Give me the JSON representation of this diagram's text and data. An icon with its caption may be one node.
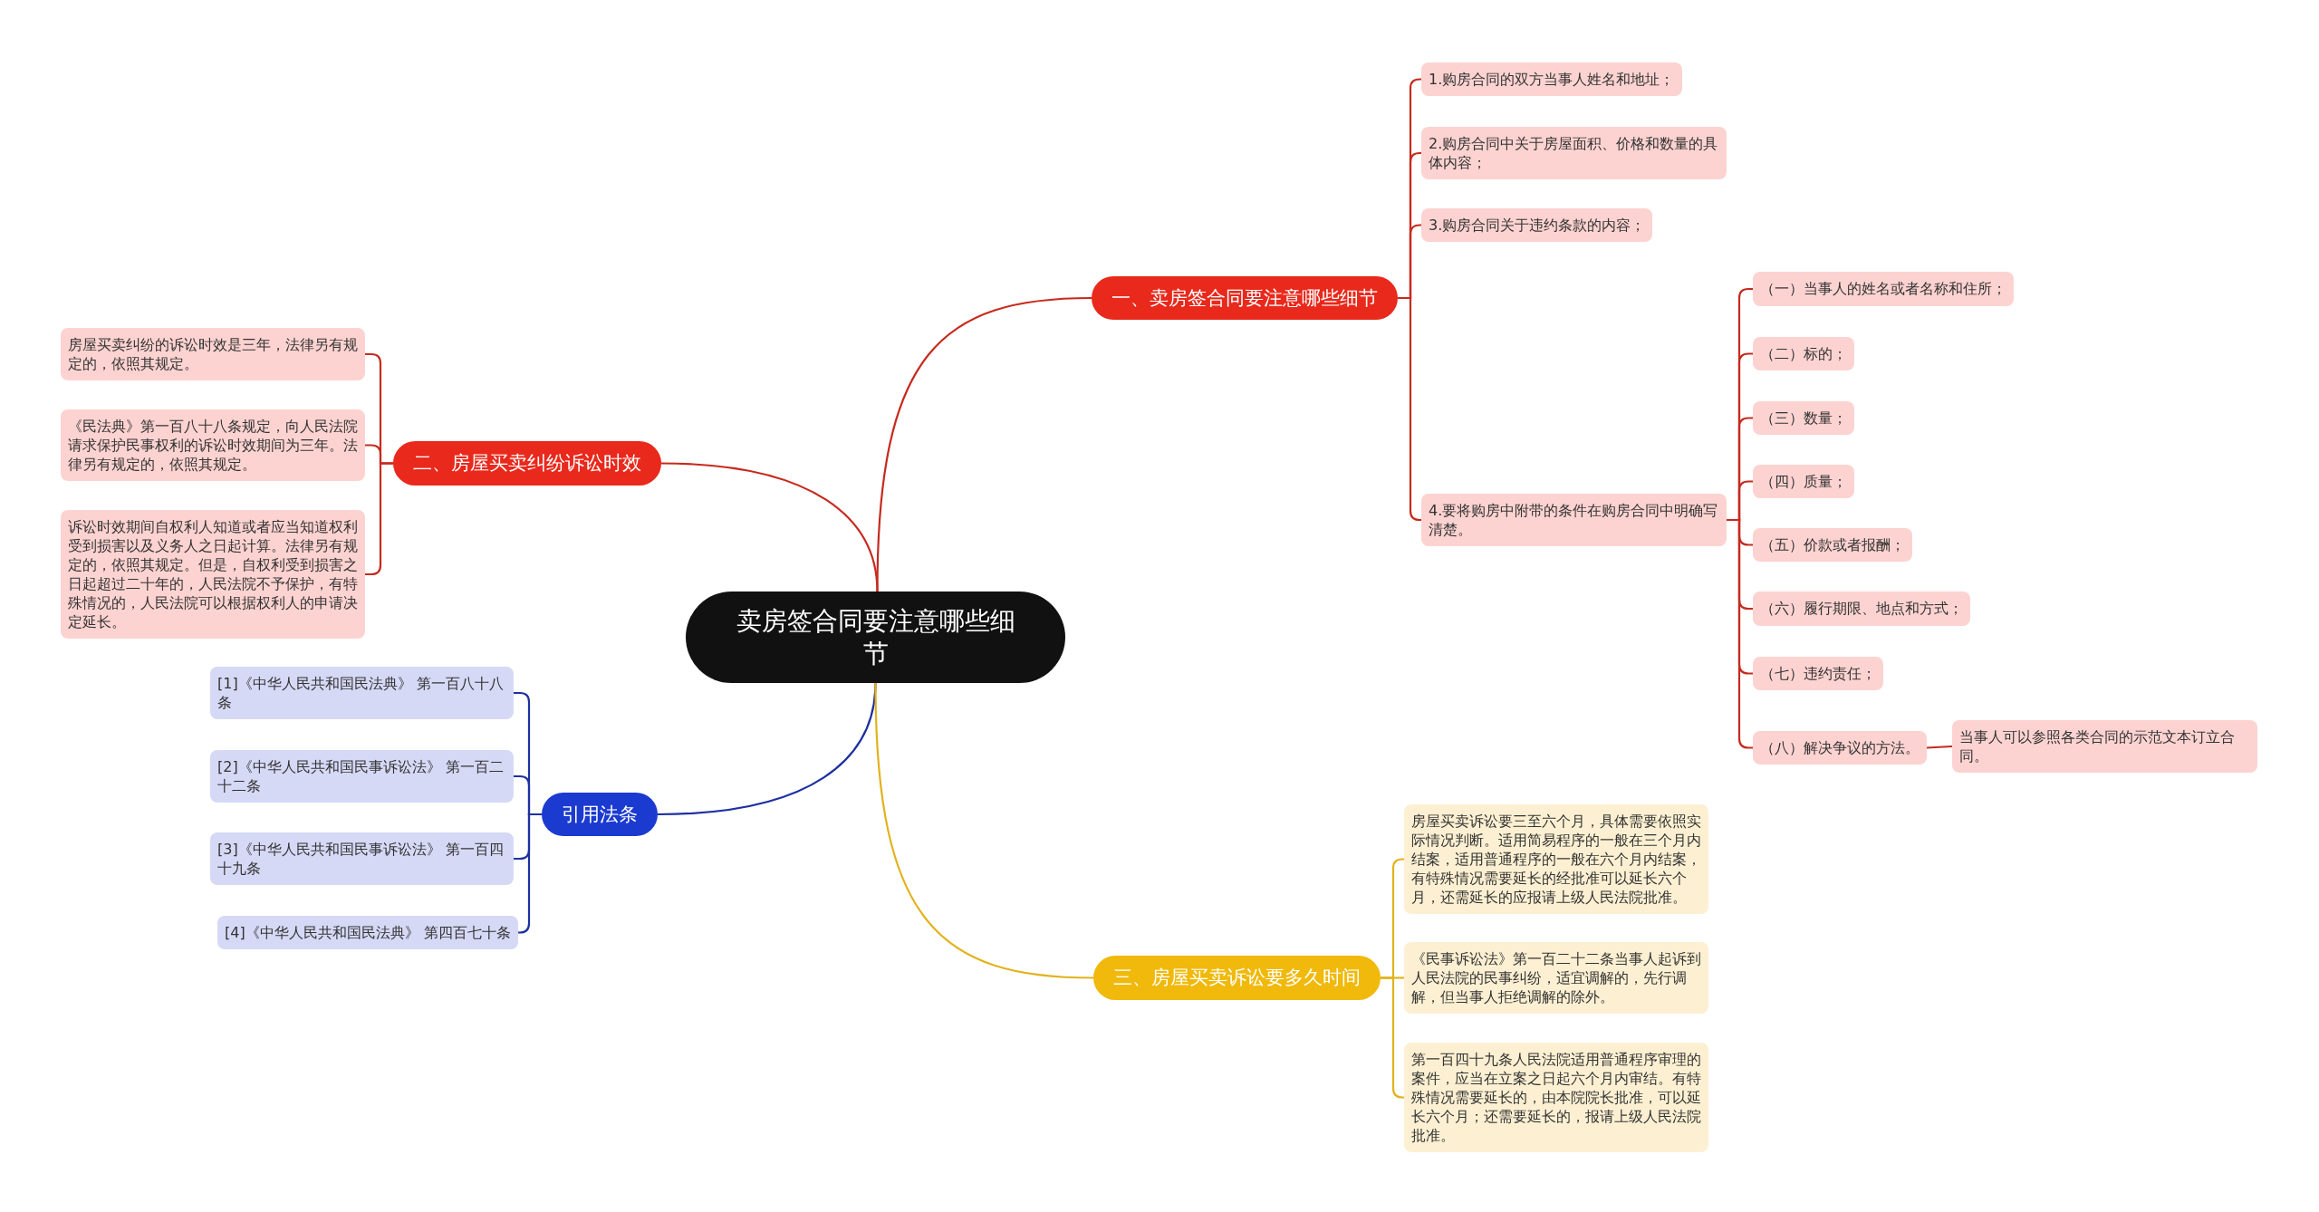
{
  "diagram": {
    "nodes": [
      {
        "text": [
          "卖房签合同要注意哪些细节"
        ]
      },
      {
        "text": [
          "一、卖房签合同要注意哪些细节"
        ]
      },
      {
        "text": [
          "1.购房合同的双方当事人姓名和地址；"
        ]
      },
      {
        "text": [
          "2.购房合同中关于房屋面积、价格和数量的具体内容；"
        ]
      },
      {
        "text": [
          "3.购房合同关于违约条款的内容；"
        ]
      },
      {
        "text": [
          "4.要将购房中附带的条件在购房合同中明确写清楚。"
        ]
      },
      {
        "text": [
          "（一）当事人的姓名或者名称和住所；"
        ]
      },
      {
        "text": [
          "（二）标的；"
        ]
      },
      {
        "text": [
          "（三）数量；"
        ]
      },
      {
        "text": [
          "（四）质量；"
        ]
      },
      {
        "text": [
          "（五）价款或者报酬；"
        ]
      },
      {
        "text": [
          "（六）履行期限、地点和方式；"
        ]
      },
      {
        "text": [
          "（七）违约责任；"
        ]
      },
      {
        "text": [
          "（八）解决争议的方法。"
        ]
      },
      {
        "text": [
          "当事人可以参照各类合同的示范文本订立合同。"
        ]
      },
      {
        "text": [
          "二、房屋买卖纠纷诉讼时效"
        ]
      },
      {
        "text": [
          "房屋买卖纠纷的诉讼时效是三年，法律另有规定的，依照其规定。"
        ]
      },
      {
        "text": [
          "《民法典》第一百八十八条规定，向人民法院请求保护民事权利的诉讼时效期间为三年。法律另有规定的，依照其规定。"
        ]
      },
      {
        "text": [
          "诉讼时效期间自权利人知道或者应当知道权利受到损害以及义务人之日起计算。法律另有规定的，依照其规定。但是，自权利受到损害之日起超过二十年的，人民法院不予保护，有特殊情况的，人民法院可以根据权利人的申请决定延长。"
        ]
      },
      {
        "text": [
          "引用法条"
        ]
      },
      {
        "text": [
          "[1]《中华人民共和国民法典》 第一百八十八条"
        ]
      },
      {
        "text": [
          "[2]《中华人民共和国民事诉讼法》 第一百二十二条"
        ]
      },
      {
        "text": [
          "[3]《中华人民共和国民事诉讼法》 第一百四十九条"
        ]
      },
      {
        "text": [
          "[4]《中华人民共和国民法典》 第四百七十条"
        ]
      },
      {
        "text": [
          "三、房屋买卖诉讼要多久时间"
        ]
      },
      {
        "text": [
          "房屋买卖诉讼要三至六个月，具体需要依照实际情况判断。适用简易程序的一般在三个月内结案，适用普通程序的一般在六个月内结案，有特殊情况需要延长的经批准可以延长六个月，还需延长的应报请上级人民法院批准。"
        ]
      },
      {
        "text": [
          "《民事诉讼法》第一百二十二条当事人起诉到人民法院的民事纠纷，适宜调解的，先行调解，但当事人拒绝调解的除外。"
        ]
      },
      {
        "text": [
          "第一百四十九条人民法院适用普通程序审理的案件，应当在立案之日起六个月内审结。有特殊情况需要延长的，由本院院长批准，可以延长六个月；还需要延长的，报请上级人民法院批准。"
        ]
      }
    ],
    "edges": [
      {
        "from": 0,
        "to": 1,
        "arrow": "none"
      },
      {
        "from": 1,
        "to": 2,
        "arrow": "none"
      },
      {
        "from": 1,
        "to": 3,
        "arrow": "none"
      },
      {
        "from": 1,
        "to": 4,
        "arrow": "none"
      },
      {
        "from": 1,
        "to": 5,
        "arrow": "none"
      },
      {
        "from": 5,
        "to": 6,
        "arrow": "none"
      },
      {
        "from": 5,
        "to": 7,
        "arrow": "none"
      },
      {
        "from": 5,
        "to": 8,
        "arrow": "none"
      },
      {
        "from": 5,
        "to": 9,
        "arrow": "none"
      },
      {
        "from": 5,
        "to": 10,
        "arrow": "none"
      },
      {
        "from": 5,
        "to": 11,
        "arrow": "none"
      },
      {
        "from": 5,
        "to": 12,
        "arrow": "none"
      },
      {
        "from": 5,
        "to": 13,
        "arrow": "none"
      },
      {
        "from": 13,
        "to": 14,
        "arrow": "none"
      },
      {
        "from": 0,
        "to": 15,
        "arrow": "none"
      },
      {
        "from": 15,
        "to": 16,
        "arrow": "none"
      },
      {
        "from": 15,
        "to": 17,
        "arrow": "none"
      },
      {
        "from": 15,
        "to": 18,
        "arrow": "none"
      },
      {
        "from": 0,
        "to": 19,
        "arrow": "none",
        "color": "#1e2fa0"
      },
      {
        "from": 19,
        "to": 20,
        "arrow": "none",
        "color": "#1e2fa0"
      },
      {
        "from": 19,
        "to": 21,
        "arrow": "none",
        "color": "#1e2fa0"
      },
      {
        "from": 19,
        "to": 22,
        "arrow": "none",
        "color": "#1e2fa0"
      },
      {
        "from": 19,
        "to": 23,
        "arrow": "none",
        "color": "#1e2fa0"
      },
      {
        "from": 0,
        "to": 24,
        "arrow": "none",
        "color": "#e2b21c"
      },
      {
        "from": 24,
        "to": 25,
        "arrow": "none",
        "color": "#e2b21c"
      },
      {
        "from": 24,
        "to": 26,
        "arrow": "none",
        "color": "#e2b21c"
      },
      {
        "from": 24,
        "to": 27,
        "arrow": "none",
        "color": "#e2b21c"
      }
    ]
  }
}
